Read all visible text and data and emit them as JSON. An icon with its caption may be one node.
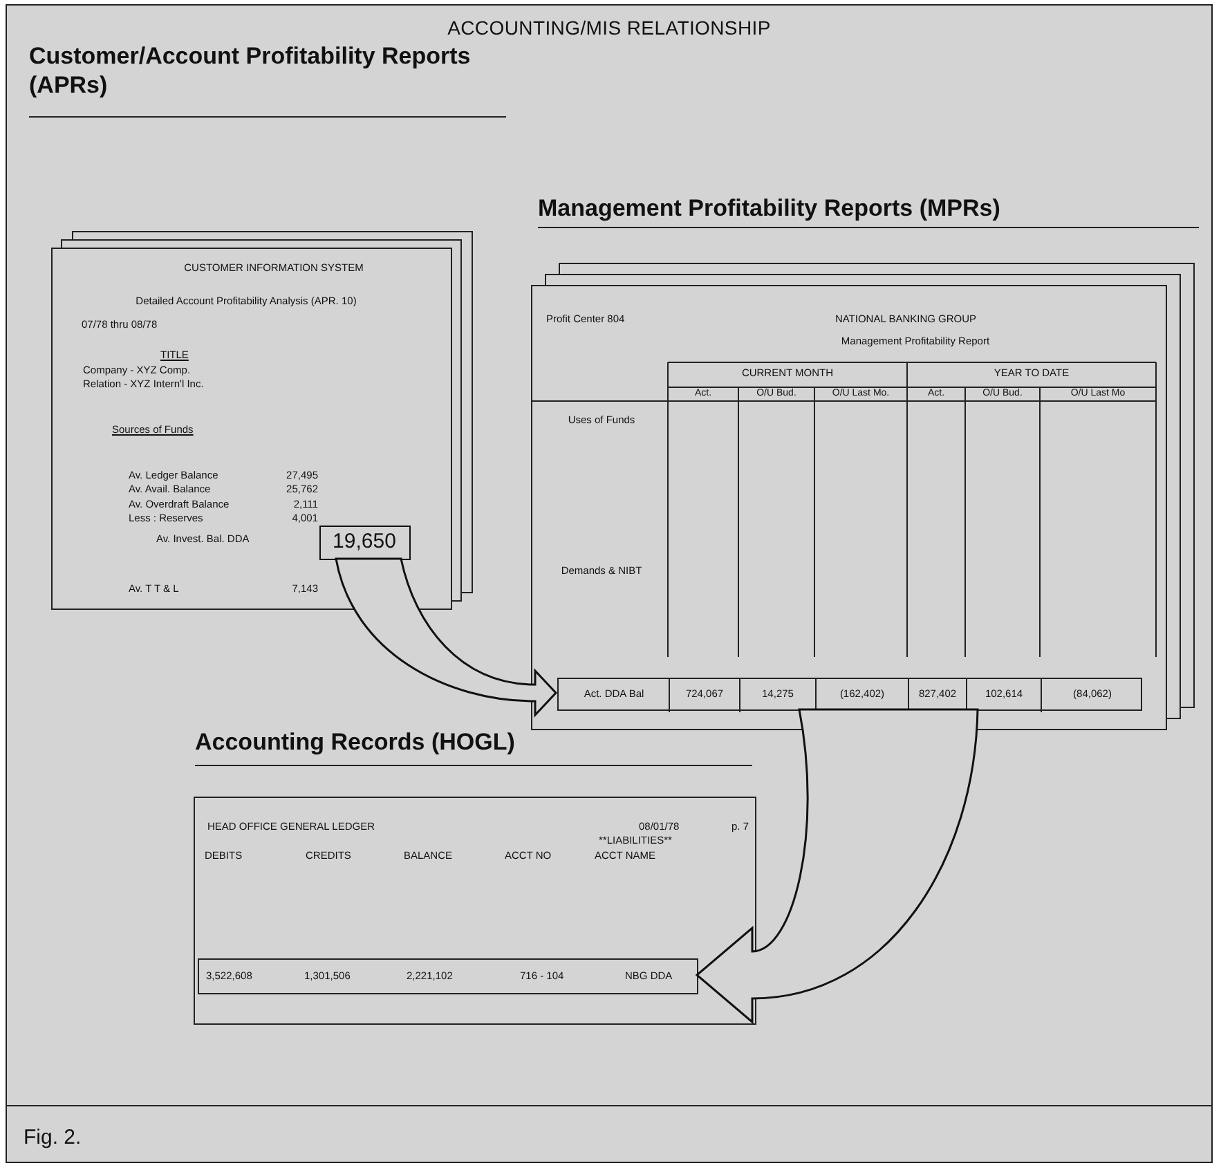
{
  "diagram": {
    "title": "ACCOUNTING/MIS RELATIONSHIP",
    "caption": "Fig. 2.",
    "nodes": [
      {
        "text": [
          "CUSTOMER INFORMATION SYSTEM",
          "Detailed Account Profitability Analysis (APR. 10)",
          "07/78 thru 08/78",
          "TITLE",
          "Company - XYZ Comp.",
          "Relation - XYZ Intern'l Inc.",
          "Sources of Funds",
          "Av. Ledger Balance",
          "27,495",
          "Av. Avail. Balance",
          "25,762",
          "Av. Overdraft Balance",
          "2,111",
          "Less : Reserves",
          "4,001",
          "Av. Invest. Bal. DDA",
          "Av. T T & L",
          "7,143"
        ]
      },
      {
        "text": [
          "19,650"
        ],
        "in": 0
      },
      {
        "text": [
          "Profit Center 804",
          "NATIONAL BANKING GROUP",
          "Management Profitability Report",
          "CURRENT MONTH",
          "YEAR TO DATE",
          "Act.",
          "O/U Bud.",
          "O/U Last Mo.",
          "Act.",
          "O/U Bud.",
          "O/U Last Mo",
          "Uses of Funds",
          "Demands & NIBT"
        ]
      },
      {
        "text": [
          "Act. DDA Bal",
          "724,067",
          "14,275",
          "(162,402)",
          "827,402",
          "102,614",
          "(84,062)"
        ],
        "in": 2
      },
      {
        "text": [
          "HEAD OFFICE GENERAL LEDGER",
          "08/01/78",
          "p. 7",
          "**LIABILITIES**",
          "DEBITS",
          "CREDITS",
          "BALANCE",
          "ACCT NO",
          "ACCT NAME"
        ]
      },
      {
        "text": [
          "3,522,608",
          "1,301,506",
          "2,221,102",
          "716 - 104",
          "NBG DDA"
        ],
        "in": 4
      }
    ],
    "edges": [
      {
        "from": 1,
        "to": 3,
        "arrow": "to"
      },
      {
        "from": 3,
        "to": 5,
        "arrow": "to"
      }
    ],
    "labels": [
      "Customer/Account Profitability Reports (APRs)",
      "Management Profitability Reports (MPRs)",
      "Accounting Records (HOGL)"
    ]
  }
}
